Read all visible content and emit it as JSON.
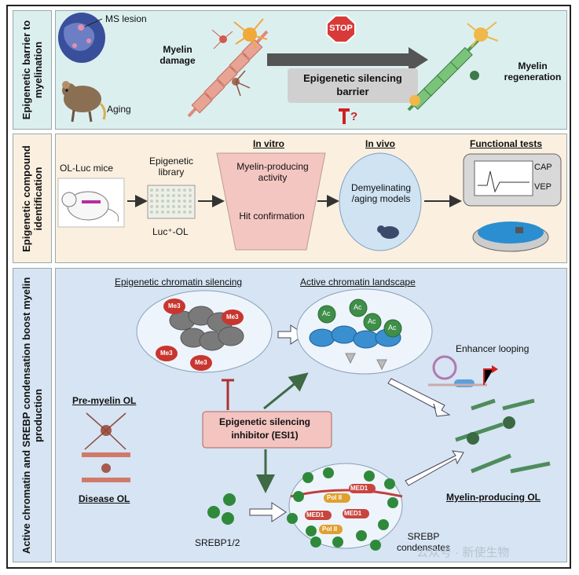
{
  "rows": {
    "row1_label": "Epigenetic barrier to myelination",
    "row2_label": "Epigenetic compound identification",
    "row3_label": "Active chromatin and SREBP condensation boost myelin production"
  },
  "row1": {
    "ms_lesion": "MS lesion",
    "aging": "Aging",
    "myelin_damage": "Myelin damage",
    "stop": "STOP",
    "barrier": "Epigenetic silencing barrier",
    "question": "?",
    "regeneration": "Myelin regeneration"
  },
  "row2": {
    "mice": "OL-Luc mice",
    "library": "Epigenetic library",
    "luc_ol": "Luc⁺-OL",
    "in_vitro": "In vitro",
    "myelin_activity": "Myelin-producing activity",
    "hit": "Hit confirmation",
    "in_vivo": "In vivo",
    "models": "Demyelinating /aging models",
    "functional": "Functional tests",
    "cap": "CAP",
    "vep": "VEP"
  },
  "row3": {
    "silencing_title": "Epigenetic chromatin silencing",
    "active_title": "Active chromatin landscape",
    "me3": "Me3",
    "ac": "Ac",
    "enhancer": "Enhancer looping",
    "pre_myelin": "Pre-myelin OL",
    "disease": "Disease OL",
    "inhibitor": "Epigenetic silencing inhibitor (ESI1)",
    "srebp": "SREBP1/2",
    "condensates": "SREBP condensates",
    "med1": "MED1",
    "pol2": "Pol II",
    "myelin_ol": "Myelin-producing OL"
  },
  "watermark": "公众号 · 新使生物",
  "colors": {
    "row1_bg": "#dcefef",
    "row2_bg": "#fbf0e0",
    "row3_bg": "#d6e4f3",
    "stop_red": "#d83a3a",
    "green": "#3e7a4a",
    "inhibitor_bg": "#f3c4c0"
  }
}
